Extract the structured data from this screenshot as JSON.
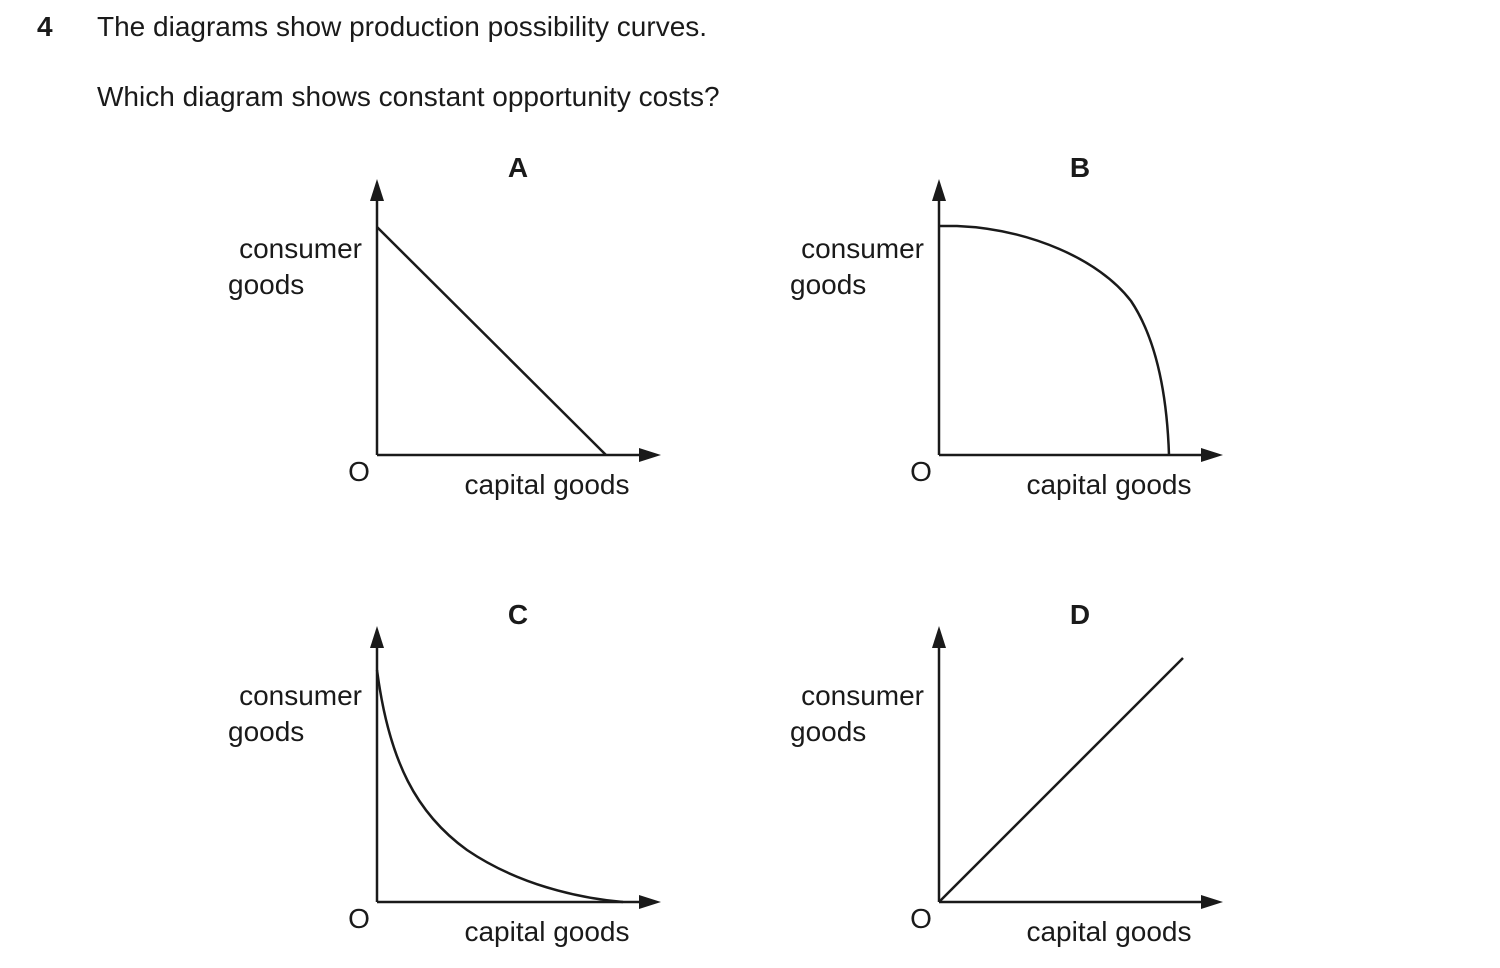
{
  "question": {
    "number": "4",
    "stem_line_1": "The diagrams show production possibility curves.",
    "stem_line_2": "Which diagram shows constant opportunity costs?"
  },
  "diagrams": [
    {
      "id": "A",
      "letter": "A",
      "y_label_line_1": "consumer",
      "y_label_line_2": "goods",
      "x_label": "capital goods",
      "origin_label": "O",
      "curve_shape": "straight-line-downward"
    },
    {
      "id": "B",
      "letter": "B",
      "y_label_line_1": "consumer",
      "y_label_line_2": "goods",
      "x_label": "capital goods",
      "origin_label": "O",
      "curve_shape": "concave-to-origin"
    },
    {
      "id": "C",
      "letter": "C",
      "y_label_line_1": "consumer",
      "y_label_line_2": "goods",
      "x_label": "capital goods",
      "origin_label": "O",
      "curve_shape": "convex-to-origin"
    },
    {
      "id": "D",
      "letter": "D",
      "y_label_line_1": "consumer",
      "y_label_line_2": "goods",
      "x_label": "capital goods",
      "origin_label": "O",
      "curve_shape": "straight-line-upward-from-origin"
    }
  ]
}
